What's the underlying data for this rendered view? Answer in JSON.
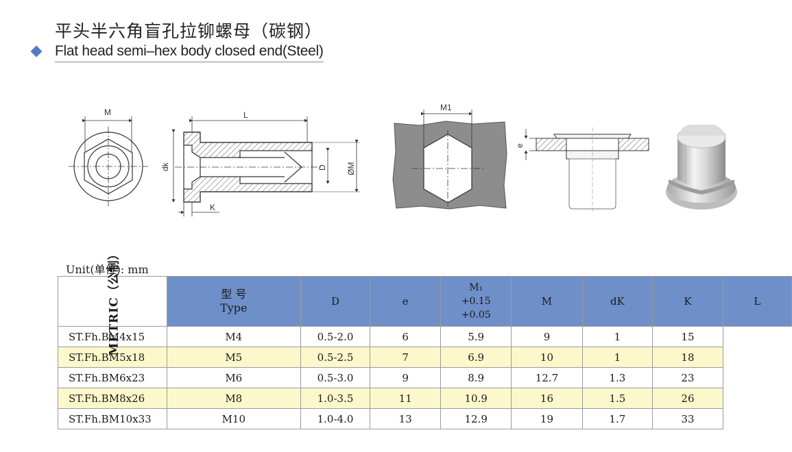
{
  "header": {
    "title_cn": "平头半六角盲孔拉铆螺母（碳钢）",
    "title_en": "Flat head semi–hex body closed end(Steel)"
  },
  "drawing_labels": {
    "front_m": "M",
    "side_l": "L",
    "side_dk": "dk",
    "side_d": "D",
    "side_om": "ØM",
    "side_k": "K",
    "hole_m1": "M1",
    "section_e": "e"
  },
  "unit_label": "Unit(单位): mm",
  "table": {
    "side_label": "METRIC（公制）",
    "headers": {
      "type_cn": "型 号",
      "type_en": "Type",
      "d": "D",
      "e": "e",
      "m1": "M₁",
      "m1_tol_upper": "+0.15",
      "m1_tol_lower": "+0.05",
      "m": "M",
      "dk": "dK",
      "k": "K",
      "l": "L"
    },
    "rows": [
      {
        "type": "ST.Fh.BM4x15",
        "d": "M4",
        "e": "0.5-2.0",
        "m1": "6",
        "m": "5.9",
        "dk": "9",
        "k": "1",
        "l": "15"
      },
      {
        "type": "ST.Fh.BM5x18",
        "d": "M5",
        "e": "0.5-2.5",
        "m1": "7",
        "m": "6.9",
        "dk": "10",
        "k": "1",
        "l": "18"
      },
      {
        "type": "ST.Fh.BM6x23",
        "d": "M6",
        "e": "0.5-3.0",
        "m1": "9",
        "m": "8.9",
        "dk": "12.7",
        "k": "1.3",
        "l": "23"
      },
      {
        "type": "ST.Fh.BM8x26",
        "d": "M8",
        "e": "1.0-3.5",
        "m1": "11",
        "m": "10.9",
        "dk": "16",
        "k": "1.5",
        "l": "26"
      },
      {
        "type": "ST.Fh.BM10x33",
        "d": "M10",
        "e": "1.0-4.0",
        "m1": "13",
        "m": "12.9",
        "dk": "19",
        "k": "1.7",
        "l": "33"
      }
    ]
  },
  "colors": {
    "header_blue": "#6f8fc9",
    "row_highlight": "#fdf8cc",
    "bullet": "#4f7bc4",
    "plate_gray": "#8d8d8d"
  }
}
